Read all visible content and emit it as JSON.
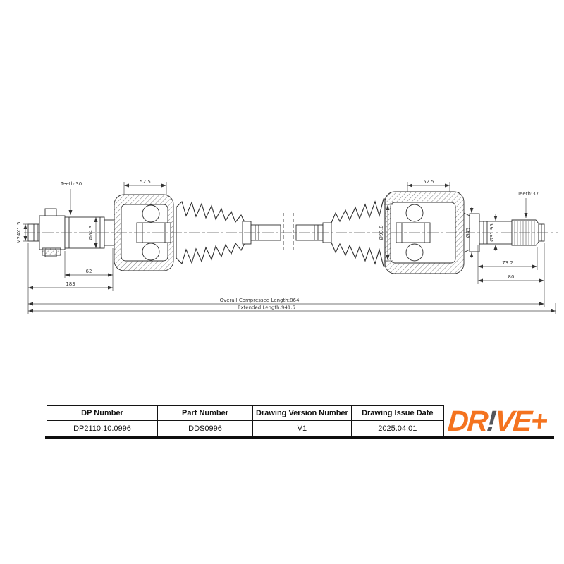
{
  "drawing": {
    "labels": {
      "thread": "M24X1.5",
      "teeth_left": "Teeth:30",
      "joint_left_width": "52.5",
      "dia_shaft_left": "Ø64.3",
      "len_62": "62",
      "len_183": "183",
      "overall_compressed": "Overall Compressed Length:864",
      "extended": "Extended Length:941.5",
      "joint_right_width": "52.5",
      "teeth_right": "Teeth:37",
      "dia_boot_right": "Ø93.8",
      "dia_45": "Ø45",
      "dia_31_95": "Ø31.95",
      "len_73_2": "73.2",
      "len_80": "80"
    }
  },
  "table": {
    "headers": [
      "DP Number",
      "Part Number",
      "Drawing Version Number",
      "Drawing Issue Date"
    ],
    "values": [
      "DP2110.10.0996",
      "DDS0996",
      "V1",
      "2025.04.01"
    ]
  },
  "logo": {
    "part1": "DR",
    "bang": "!",
    "part2": "VE+"
  },
  "colors": {
    "logo_orange": "#F4731F",
    "logo_gray": "#55565A",
    "line": "#2f2f2f"
  }
}
